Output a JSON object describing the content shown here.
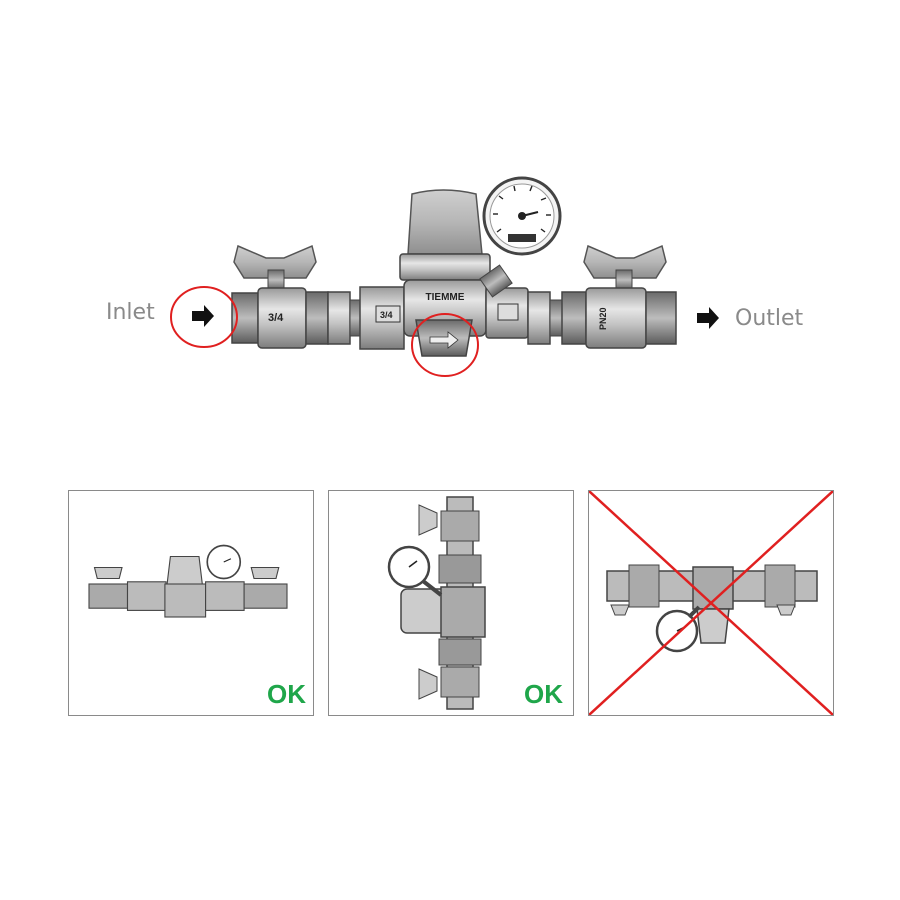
{
  "main_diagram": {
    "inlet_label": "Inlet",
    "outlet_label": "Outlet",
    "brand_text": "TIEMME",
    "size_text": "3/4",
    "pressure_text": "PN20",
    "highlight_color": "#e02020",
    "icons": [
      "arrow-right-icon",
      "pressure-gauge-icon",
      "butterfly-handle-icon"
    ]
  },
  "install_panels": [
    {
      "orientation": "horizontal",
      "verdict": "OK",
      "verdict_color": "#1fa64a"
    },
    {
      "orientation": "vertical",
      "verdict": "OK",
      "verdict_color": "#1fa64a"
    },
    {
      "orientation": "upside-down",
      "verdict": "",
      "cross_color": "#e02020"
    }
  ]
}
